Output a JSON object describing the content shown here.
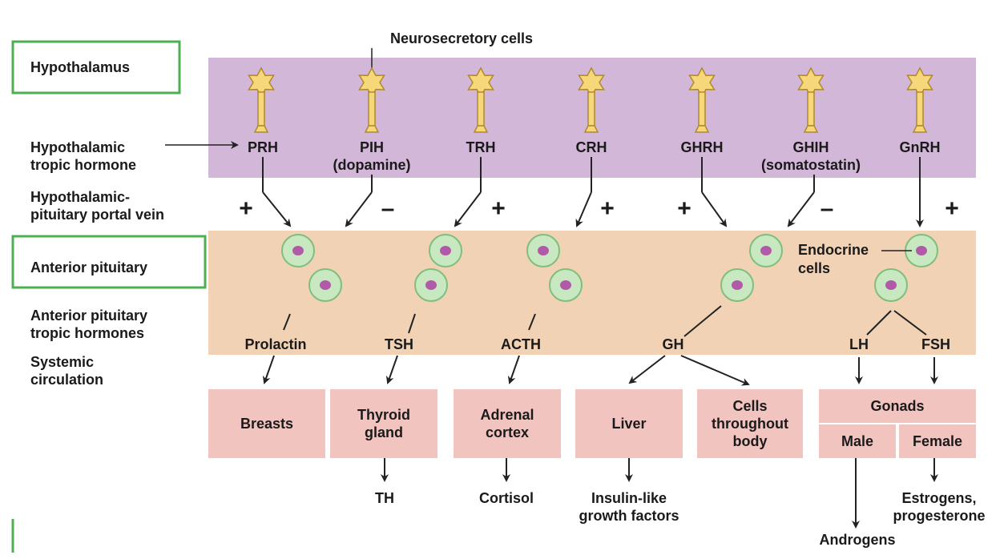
{
  "labels": {
    "hypothalamus": "Hypothalamus",
    "neurosecretory_cells": "Neurosecretory cells",
    "hypothalamic_tropic_hormone": [
      "Hypothalamic",
      "tropic hormone"
    ],
    "portal_vein": [
      "Hypothalamic-",
      "pituitary portal vein"
    ],
    "anterior_pituitary": "Anterior pituitary",
    "anterior_pituitary_tropic_hormones": [
      "Anterior pituitary",
      "tropic hormones"
    ],
    "systemic_circulation": [
      "Systemic",
      "circulation"
    ],
    "endocrine_cells": [
      "Endocrine",
      "cells"
    ]
  },
  "releasing_hormones": [
    {
      "lines": [
        "PRH"
      ],
      "effect": "+"
    },
    {
      "lines": [
        "PIH",
        "(dopamine)"
      ],
      "effect": "–"
    },
    {
      "lines": [
        "TRH"
      ],
      "effect": "+"
    },
    {
      "lines": [
        "CRH"
      ],
      "effect": "+"
    },
    {
      "lines": [
        "GHRH"
      ],
      "effect": "+"
    },
    {
      "lines": [
        "GHIH",
        "(somatostatin)"
      ],
      "effect": "–"
    },
    {
      "lines": [
        "GnRH"
      ],
      "effect": "+"
    }
  ],
  "pituitary_hormones": [
    "Prolactin",
    "TSH",
    "ACTH",
    "GH",
    "LH",
    "FSH"
  ],
  "targets": [
    {
      "lines": [
        "Breasts"
      ]
    },
    {
      "lines": [
        "Thyroid",
        "gland"
      ]
    },
    {
      "lines": [
        "Adrenal",
        "cortex"
      ]
    },
    {
      "lines": [
        "Liver"
      ]
    },
    {
      "lines": [
        "Cells",
        "throughout",
        "body"
      ]
    },
    {
      "lines": [
        "Gonads"
      ]
    },
    {
      "lines": [
        "Male"
      ]
    },
    {
      "lines": [
        "Female"
      ]
    }
  ],
  "products": [
    {
      "lines": [
        "TH"
      ]
    },
    {
      "lines": [
        "Cortisol"
      ]
    },
    {
      "lines": [
        "Insulin-like",
        "growth factors"
      ]
    },
    {
      "lines": [
        "Androgens"
      ]
    },
    {
      "lines": [
        "Estrogens,",
        "progesterone"
      ]
    }
  ],
  "colors": {
    "hypothalamus_band": "#d3b7d8",
    "pituitary_band": "#f1d2b4",
    "target_box": "#f2c4c0",
    "frame_green": "#4caf50",
    "neuron_fill": "#f6d77a",
    "neuron_stroke": "#b08a2a",
    "cell_fill": "#c8e8c2",
    "cell_stroke": "#7fbf7b",
    "nucleus": "#b05aa8",
    "arrow": "#222222"
  },
  "icons": [
    "neuron-icon",
    "endocrine-cell-icon",
    "arrow-icon"
  ]
}
